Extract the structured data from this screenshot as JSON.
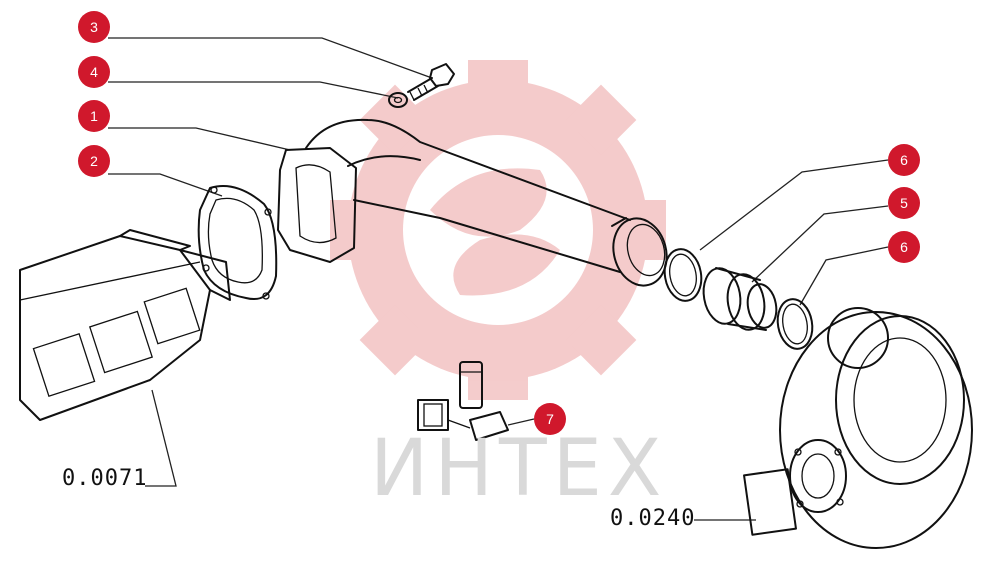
{
  "callouts": [
    {
      "id": "c3",
      "label": "3"
    },
    {
      "id": "c4",
      "label": "4"
    },
    {
      "id": "c1",
      "label": "1"
    },
    {
      "id": "c2",
      "label": "2"
    },
    {
      "id": "c6a",
      "label": "6"
    },
    {
      "id": "c5",
      "label": "5"
    },
    {
      "id": "c6b",
      "label": "6"
    },
    {
      "id": "c7",
      "label": "7"
    }
  ],
  "references": {
    "left": "0.0071",
    "right": "0.0240"
  },
  "watermark": {
    "text": "ИНТЕХ"
  },
  "colors": {
    "callout": "#d0182c",
    "watermark_gear": "#f3c6c6",
    "line": "#111111"
  }
}
